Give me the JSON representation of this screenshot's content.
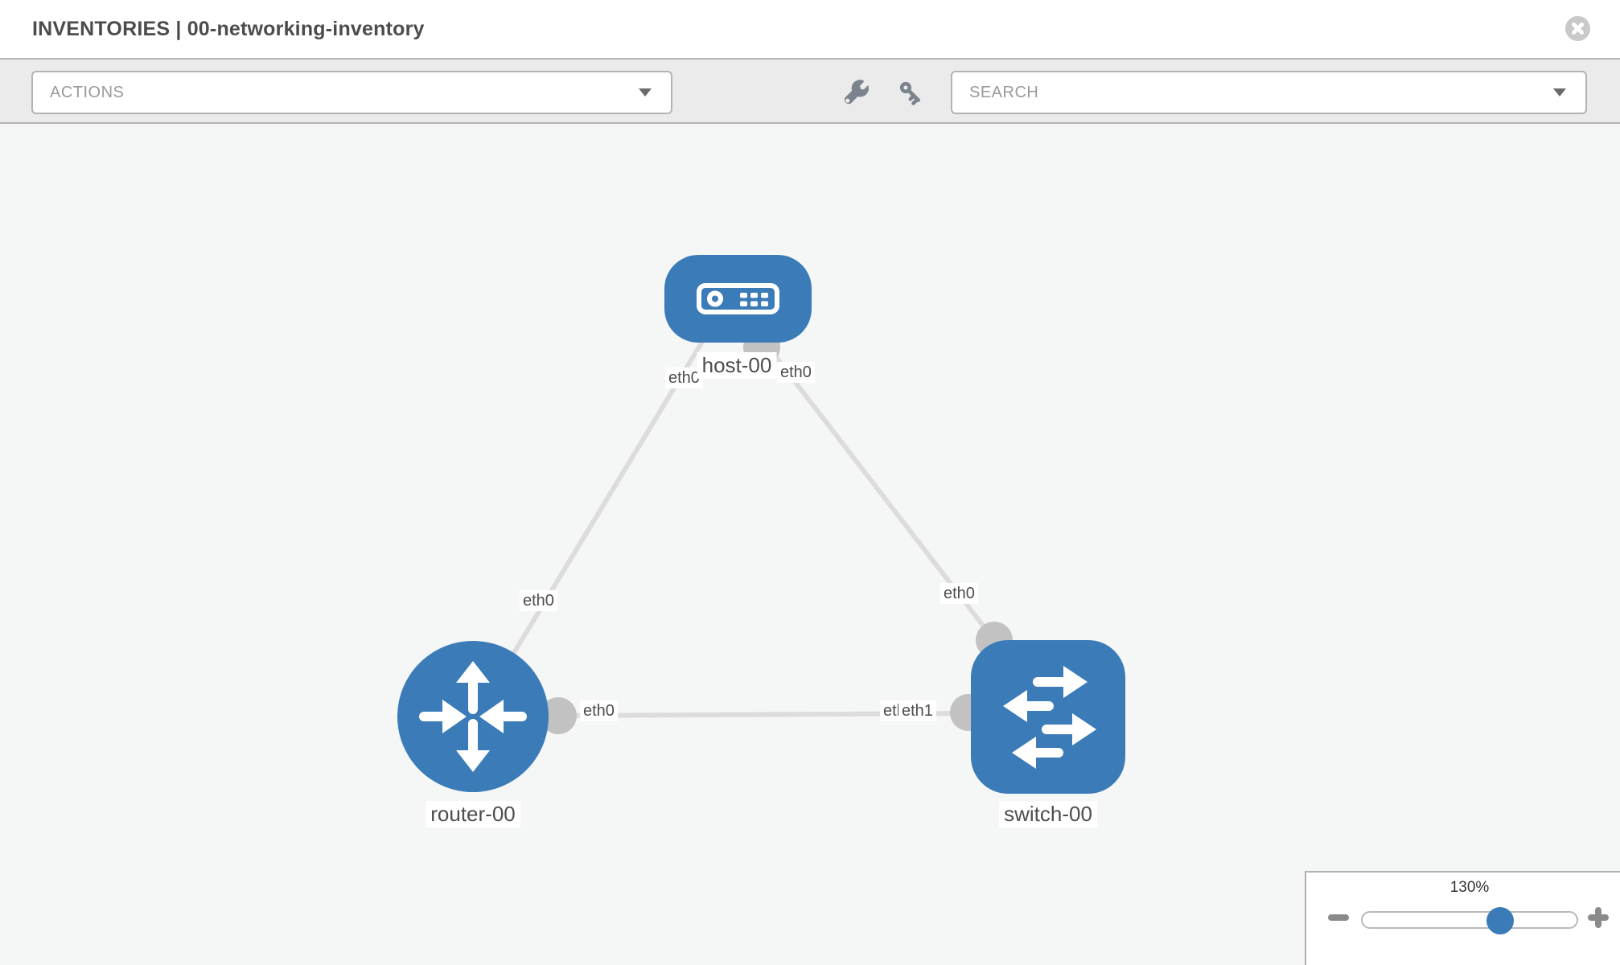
{
  "header": {
    "title": "INVENTORIES | 00-networking-inventory"
  },
  "toolbar": {
    "actions": {
      "label": "ACTIONS"
    },
    "search": {
      "placeholder": "SEARCH",
      "value": ""
    }
  },
  "icons": {
    "close": "circle-x-icon",
    "wrench": "wrench-icon",
    "key": "key-icon",
    "actions_caret": "chevron-down-icon",
    "search_caret": "chevron-down-icon",
    "zoom_out": "minus-icon",
    "zoom_in": "plus-icon"
  },
  "topology": {
    "nodes": [
      {
        "id": "host-00",
        "type": "host",
        "label": "host-00"
      },
      {
        "id": "router-00",
        "type": "router",
        "label": "router-00"
      },
      {
        "id": "switch-00",
        "type": "switch",
        "label": "switch-00"
      }
    ],
    "links": [
      {
        "from": "host-00",
        "to": "router-00",
        "from_interface": "eth0",
        "to_interface": "eth0"
      },
      {
        "from": "host-00",
        "to": "switch-00",
        "from_interface": "eth0",
        "to_interface": "eth0"
      },
      {
        "from": "router-00",
        "to": "switch-00",
        "from_interface": "eth0",
        "to_interface": "eth1"
      }
    ],
    "interface_labels": [
      {
        "text": "eth0",
        "at": "host-left"
      },
      {
        "text": "eth0",
        "at": "host-right"
      },
      {
        "text": "eth0",
        "at": "link-host-router"
      },
      {
        "text": "eth0",
        "at": "router-right"
      },
      {
        "text": "eth0",
        "at": "switch-top"
      },
      {
        "text": "eth0",
        "at": "switch-left-under"
      },
      {
        "text": "eth1",
        "at": "switch-left-over"
      }
    ]
  },
  "zoom": {
    "level": "130%"
  },
  "colors": {
    "node_blue": "#3b7cb8",
    "link_gray": "#dcdcdc",
    "connector_gray": "#c2c2c2",
    "toolbar_bg": "#ebebeb",
    "canvas_bg": "#f5f6f6"
  }
}
